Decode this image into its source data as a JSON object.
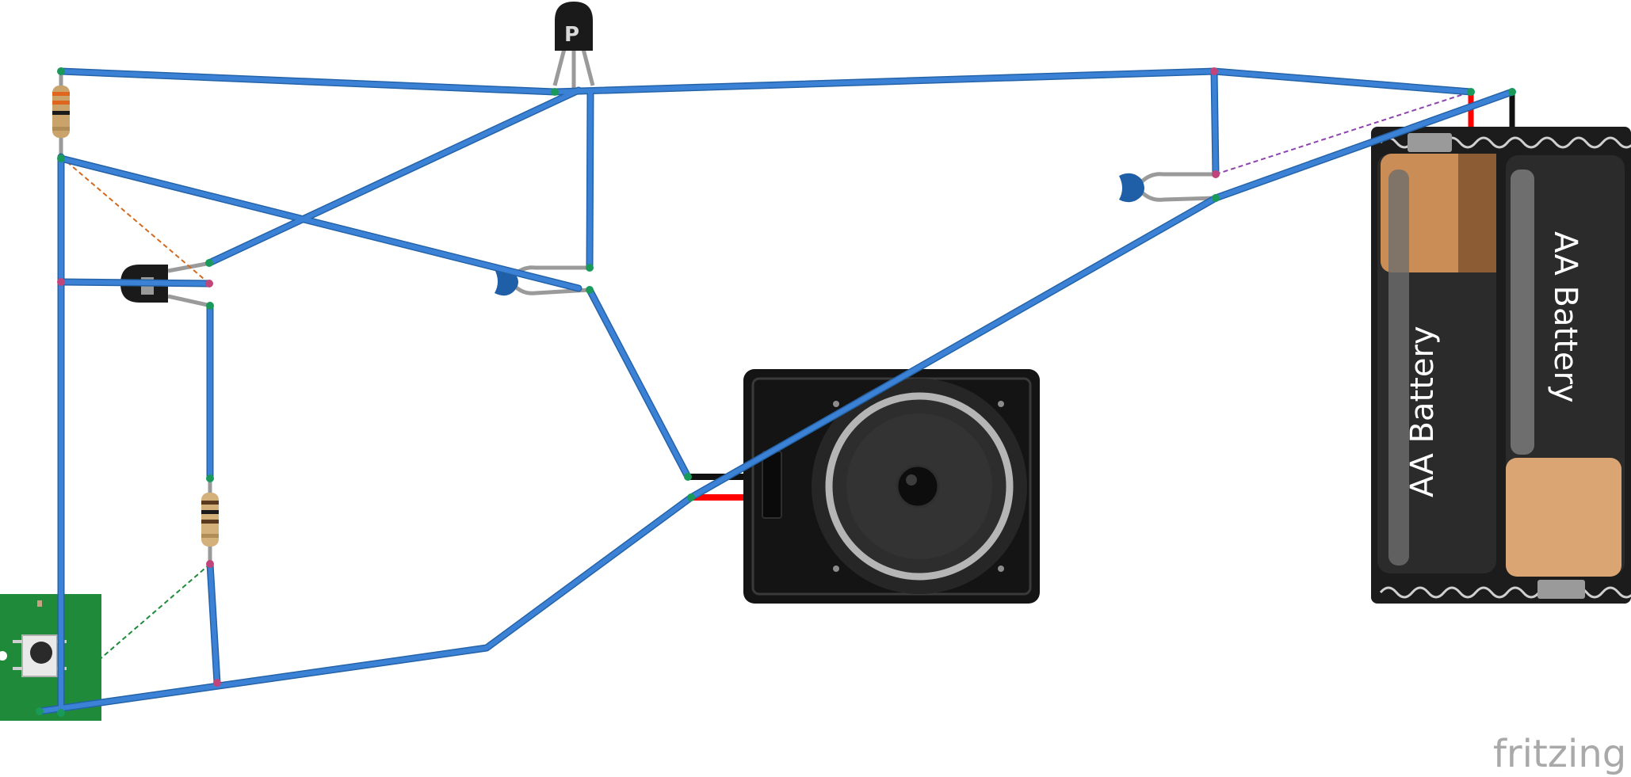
{
  "diagram": {
    "watermark": "fritzing",
    "components": {
      "battery_pack": {
        "cell_1_label": "AA Battery",
        "cell_2_label": "AA Battery"
      },
      "top_transistor": {
        "marking": "P"
      },
      "left_transistor": {
        "marking": ""
      },
      "speaker": {},
      "pushbutton": {},
      "resistor_top_left": {},
      "resistor_middle": {},
      "capacitor_middle": {},
      "capacitor_right": {}
    },
    "colors": {
      "wire": "#3b82d6",
      "wire_outline": "#2563a8",
      "battery_pos_lead": "#ff0000",
      "pcb_green": "#1f8a3a",
      "ratsnest_orange": "#d2691e",
      "ratsnest_green": "#1e8b3a",
      "ratsnest_purple": "#8e44ad"
    }
  }
}
